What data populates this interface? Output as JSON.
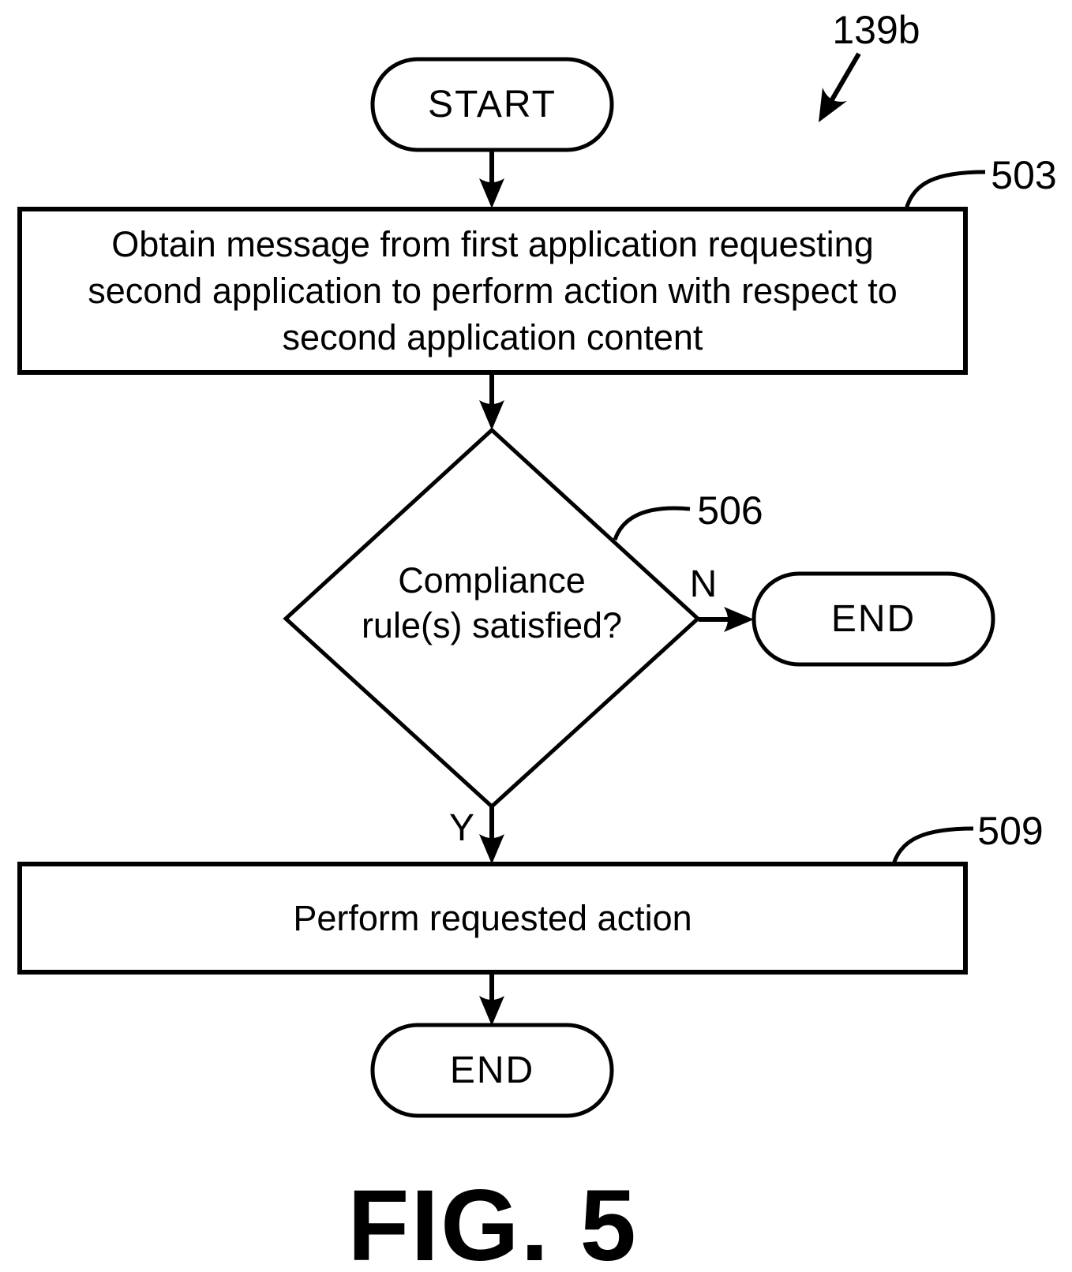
{
  "figure": {
    "reference_number": "139b",
    "caption": "FIG. 5"
  },
  "colors": {
    "ink": "#000000",
    "paper": "#ffffff"
  },
  "flowchart": {
    "start": {
      "label": "START"
    },
    "step_503": {
      "ref": "503",
      "label": "Obtain message from first application requesting\nsecond application to perform action with respect to\nsecond application content"
    },
    "decision_506": {
      "ref": "506",
      "label": "Compliance\nrule(s) satisfied?",
      "no_branch_label": "N",
      "yes_branch_label": "Y"
    },
    "end_no_branch": {
      "label": "END"
    },
    "step_509": {
      "ref": "509",
      "label": "Perform requested action"
    },
    "end_yes_branch": {
      "label": "END"
    }
  }
}
